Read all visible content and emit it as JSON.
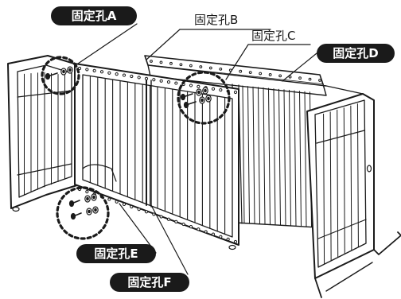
{
  "labels": {
    "hole_a": "固定孔A",
    "hole_b": "固定孔B",
    "hole_c": "固定孔C",
    "hole_d": "固定孔D",
    "hole_e": "固定孔E",
    "hole_f": "固定孔F"
  },
  "colors": {
    "line": "#1a1a1a",
    "pill_bg": "#1a1a1a",
    "pill_text": "#ffffff",
    "background": "#ffffff"
  }
}
